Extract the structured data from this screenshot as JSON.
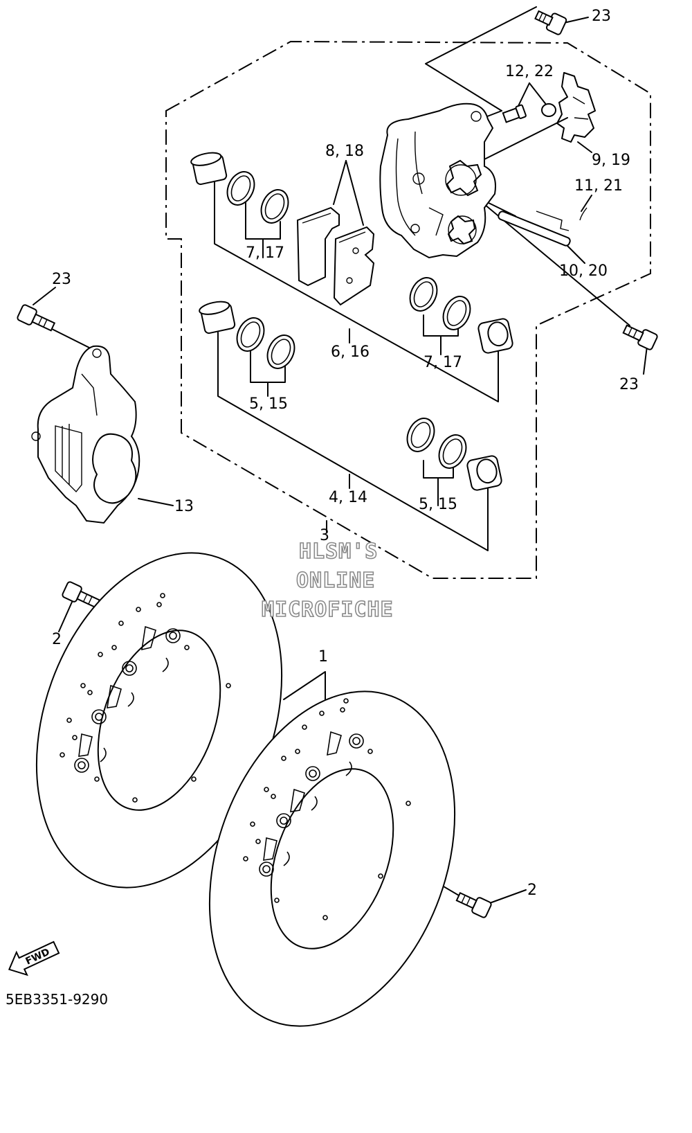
{
  "labels": {
    "l23_top": "23",
    "l12_22": "12, 22",
    "l9_19": "9, 19",
    "l11_21": "11, 21",
    "l10_20": "10, 20",
    "l8_18": "8, 18",
    "l7_17_left": "7, 17",
    "l6_16": "6, 16",
    "l7_17_right": "7, 17",
    "l23_right": "23",
    "l23_left": "23",
    "l5_15_left": "5, 15",
    "l13": "13",
    "l4_14": "4, 14",
    "l5_15_right": "5, 15",
    "l3": "3",
    "l2_left": "2",
    "l1": "1",
    "l2_right": "2"
  },
  "watermark": {
    "line1": "HLSM'S",
    "line2": "ONLINE",
    "line3": "MICROFICHE"
  },
  "fwd_badge": "FWD",
  "diagram_code": "5EB3351-9290",
  "icons": {
    "bolt": "bolt-icon",
    "caliper": "caliper-icon",
    "disc": "brake-disc-icon",
    "piston": "piston-icon",
    "seal": "seal-ring-icon",
    "pad": "brake-pad-icon",
    "fwd": "fwd-arrow-icon"
  }
}
